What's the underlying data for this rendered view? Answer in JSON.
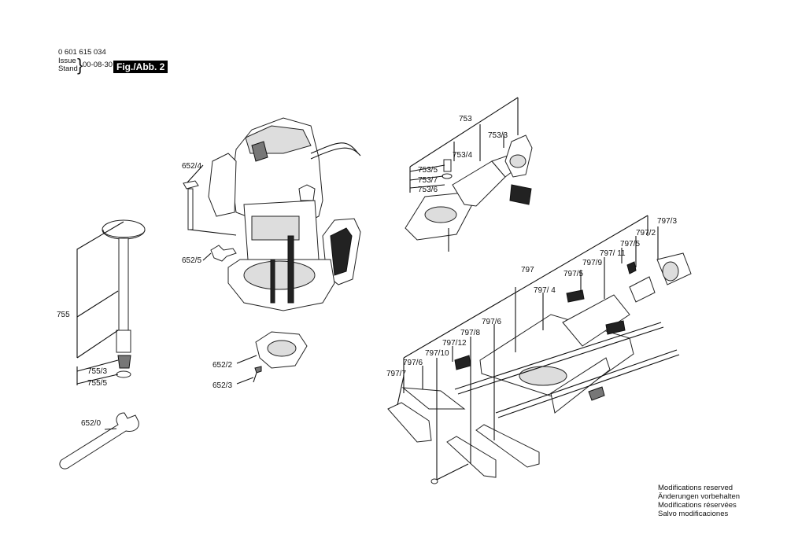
{
  "header": {
    "part_number": "0 601 615 034",
    "issue_label": "Issue",
    "stand_label": "Stand",
    "date": "00-08-30",
    "figure": "Fig./Abb. 2"
  },
  "notes": [
    "Modifications reserved",
    "Änderungen vorbehalten",
    "Modifications réservées",
    "Salvo modificaciones"
  ],
  "labels": {
    "l652_4": "652/4",
    "l652_5": "652/5",
    "l652_2": "652/2",
    "l652_3": "652/3",
    "l652_0": "652/0",
    "l755": "755",
    "l755_3": "755/3",
    "l755_5": "755/5",
    "l753": "753",
    "l753_3": "753/3",
    "l753_4": "753/4",
    "l753_5": "753/5",
    "l753_7": "753/7",
    "l753_6": "753/6",
    "l797": "797",
    "l797_3": "797/3",
    "l797_2": "797/2",
    "l797_5a": "797/5",
    "l797_11": "797/ 11",
    "l797_9": "797/9",
    "l797_5b": "797/5",
    "l797_4": "797/ 4",
    "l797_6a": "797/6",
    "l797_8": "797/8",
    "l797_12": "797/12",
    "l797_10": "797/10",
    "l797_6b": "797/6",
    "l797_7": "797/7"
  }
}
